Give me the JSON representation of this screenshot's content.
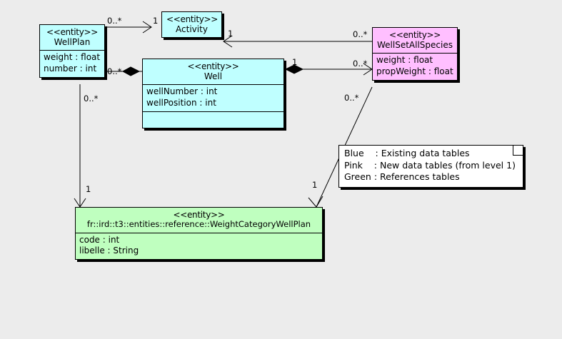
{
  "diagram": {
    "type": "uml-class-diagram",
    "background_color": "#ececec",
    "colors": {
      "blue": "#bfffff",
      "pink": "#ffbfff",
      "green": "#bfffbf",
      "line": "#000000",
      "note_background": "#ffffff"
    }
  },
  "classes": [
    {
      "id": "wellplan",
      "stereotype": "<<entity>>",
      "name": "WellPlan",
      "color": "blue",
      "attributes": [
        "weight : float",
        "number : int"
      ],
      "has_operations_compartment": false
    },
    {
      "id": "activity",
      "stereotype": "<<entity>>",
      "name": "Activity",
      "color": "blue",
      "attributes": [],
      "has_operations_compartment": false
    },
    {
      "id": "well",
      "stereotype": "<<entity>>",
      "name": "Well",
      "color": "blue",
      "attributes": [
        "wellNumber : int",
        "wellPosition : int"
      ],
      "has_operations_compartment": true
    },
    {
      "id": "wellsetallspecies",
      "stereotype": "<<entity>>",
      "name": "WellSetAllSpecies",
      "color": "pink",
      "attributes": [
        "weight : float",
        "propWeight : float"
      ],
      "has_operations_compartment": false
    },
    {
      "id": "weightcategorywellplan",
      "stereotype": "<<entity>>",
      "name": "fr::ird::t3::entities::reference::WeightCategoryWellPlan",
      "color": "green",
      "attributes": [
        "code : int",
        "libelle : String"
      ],
      "has_operations_compartment": false
    }
  ],
  "note": {
    "id": "legend-note",
    "lines": [
      {
        "color_word": "Blue",
        "separator": ":",
        "text": "Existing data tables"
      },
      {
        "color_word": "Pink",
        "separator": ":",
        "text": "New data tables (from level 1)"
      },
      {
        "color_word": "Green",
        "separator": ":",
        "text": "References tables"
      }
    ],
    "rendered": [
      "Blue    : Existing data tables",
      "Pink    : New data tables (from level 1)",
      "Green : References tables"
    ]
  },
  "relationships": [
    {
      "id": "wellplan-activity",
      "from": "wellplan",
      "to": "activity",
      "kind": "association",
      "source_multiplicity": "0..*",
      "target_multiplicity": "1",
      "target_marker": "open-arrow"
    },
    {
      "id": "wellplan-well",
      "from": "wellplan",
      "to": "well",
      "kind": "composition",
      "source_multiplicity": "0..*",
      "target_multiplicity": "1",
      "target_marker": "filled-diamond"
    },
    {
      "id": "wellsetallspecies-activity",
      "from": "wellsetallspecies",
      "to": "activity",
      "kind": "association",
      "source_multiplicity": "0..*",
      "target_multiplicity": "1",
      "target_marker": "open-arrow"
    },
    {
      "id": "well-wellsetallspecies",
      "from": "well",
      "to": "wellsetallspecies",
      "kind": "composition",
      "source_multiplicity": "1",
      "target_multiplicity": "0..*",
      "target_marker": "open-arrow"
    },
    {
      "id": "wellplan-weightcategory",
      "from": "wellplan",
      "to": "weightcategorywellplan",
      "kind": "association",
      "source_multiplicity": "0..*",
      "target_multiplicity": "1",
      "target_marker": "open-arrow"
    },
    {
      "id": "wellsetallspecies-weightcategory",
      "from": "wellsetallspecies",
      "to": "weightcategorywellplan",
      "kind": "association",
      "source_multiplicity": "0..*",
      "target_multiplicity": "1",
      "target_marker": "open-arrow"
    }
  ],
  "multiplicity_labels": [
    {
      "id": "m1",
      "text": "0..*"
    },
    {
      "id": "m2",
      "text": "1"
    },
    {
      "id": "m3",
      "text": "1"
    },
    {
      "id": "m4",
      "text": "0..*"
    },
    {
      "id": "m5",
      "text": "0..*"
    },
    {
      "id": "m6",
      "text": "1"
    },
    {
      "id": "m7",
      "text": "0..*"
    },
    {
      "id": "m8",
      "text": "1"
    },
    {
      "id": "m9",
      "text": "0..*"
    },
    {
      "id": "m10",
      "text": "0..*"
    },
    {
      "id": "m11",
      "text": "1"
    },
    {
      "id": "m12",
      "text": "1"
    }
  ]
}
